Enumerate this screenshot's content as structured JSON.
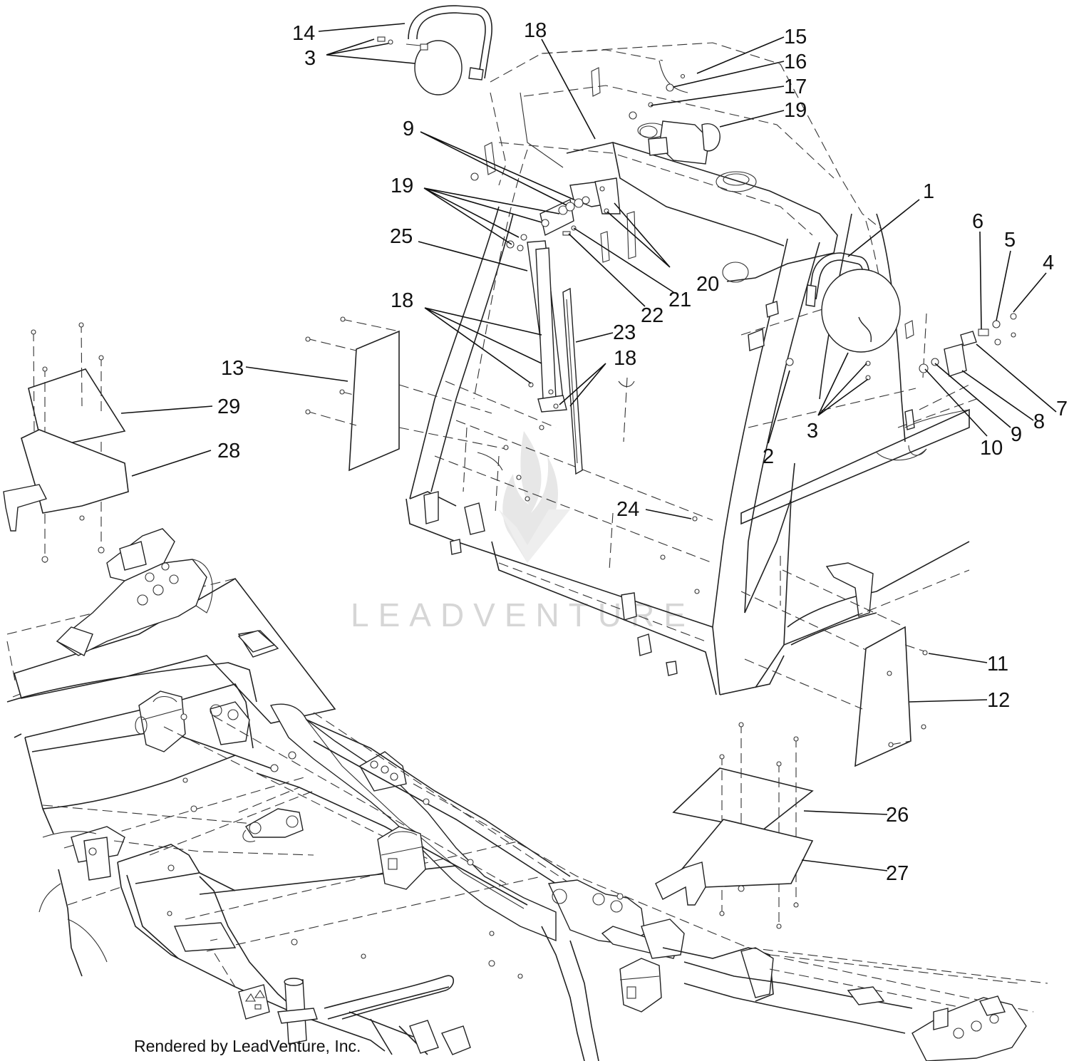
{
  "watermark": {
    "text": "LEADVENTURE",
    "logo": "leadventure-logo"
  },
  "credit": "Rendered by LeadVenture, Inc.",
  "labels": [
    {
      "id": "14",
      "text": "14"
    },
    {
      "id": "3-top",
      "text": "3"
    },
    {
      "id": "18-top",
      "text": "18"
    },
    {
      "id": "15",
      "text": "15"
    },
    {
      "id": "16",
      "text": "16"
    },
    {
      "id": "17",
      "text": "17"
    },
    {
      "id": "19-right",
      "text": "19"
    },
    {
      "id": "9-top",
      "text": "9"
    },
    {
      "id": "19-left",
      "text": "19"
    },
    {
      "id": "25",
      "text": "25"
    },
    {
      "id": "1",
      "text": "1"
    },
    {
      "id": "6",
      "text": "6"
    },
    {
      "id": "5",
      "text": "5"
    },
    {
      "id": "4",
      "text": "4"
    },
    {
      "id": "20",
      "text": "20"
    },
    {
      "id": "21",
      "text": "21"
    },
    {
      "id": "22",
      "text": "22"
    },
    {
      "id": "18-mid",
      "text": "18"
    },
    {
      "id": "23",
      "text": "23"
    },
    {
      "id": "18-low",
      "text": "18"
    },
    {
      "id": "13",
      "text": "13"
    },
    {
      "id": "29",
      "text": "29"
    },
    {
      "id": "28",
      "text": "28"
    },
    {
      "id": "2",
      "text": "2"
    },
    {
      "id": "3-right",
      "text": "3"
    },
    {
      "id": "10",
      "text": "10"
    },
    {
      "id": "9-right",
      "text": "9"
    },
    {
      "id": "8",
      "text": "8"
    },
    {
      "id": "7",
      "text": "7"
    },
    {
      "id": "24",
      "text": "24"
    },
    {
      "id": "11",
      "text": "11"
    },
    {
      "id": "12",
      "text": "12"
    },
    {
      "id": "26",
      "text": "26"
    },
    {
      "id": "27",
      "text": "27"
    }
  ]
}
